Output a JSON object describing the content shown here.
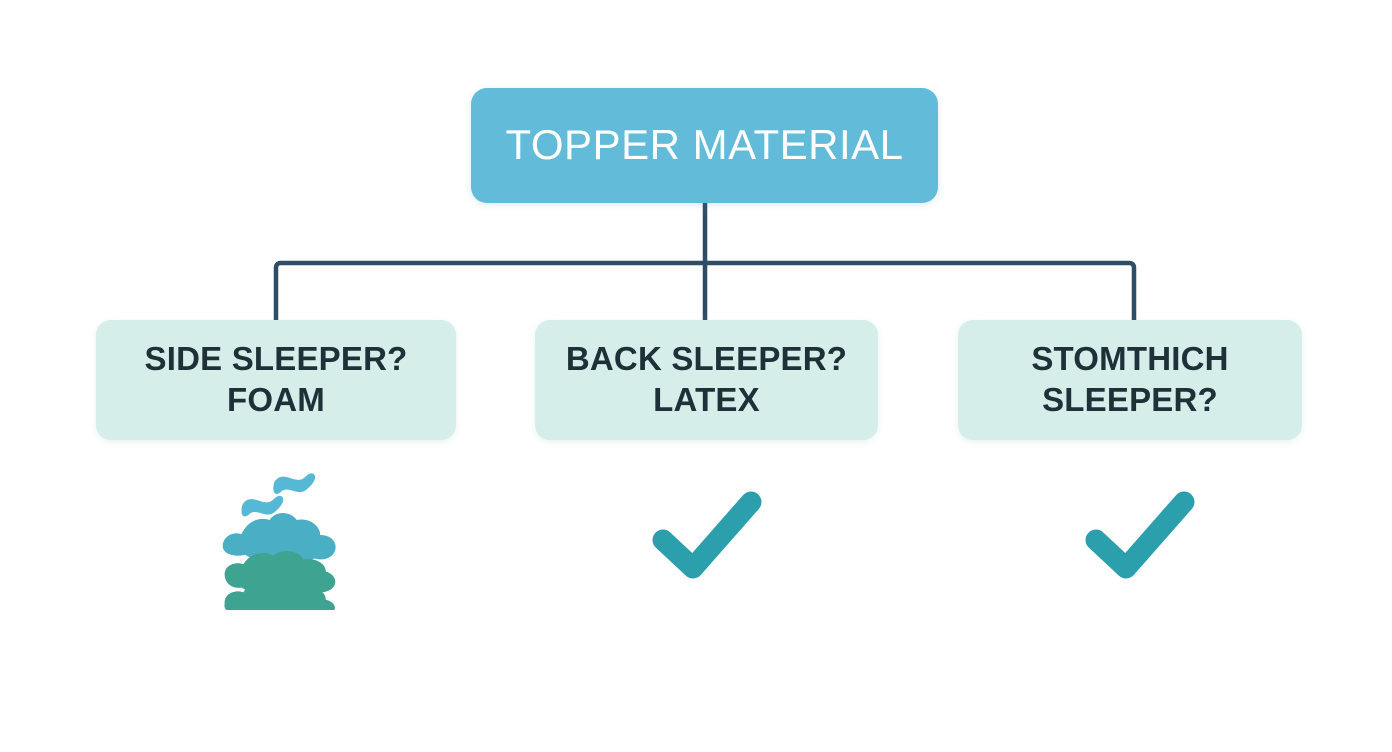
{
  "diagram": {
    "type": "flowchart",
    "background_color": "#ffffff",
    "connector_color": "#2d4e66",
    "root": {
      "label": "TOPPER MATERIAL",
      "fill_color": "#62bcd9",
      "text_color": "#ffffff"
    },
    "children": [
      {
        "line1": "SIDE SLEEPER?",
        "line2": "FOAM",
        "fill_color": "#d5eeea",
        "text_color": "#1e3038",
        "icon": "foam-layers-icon",
        "icon_colors": {
          "wave": "#55b8d4",
          "layer_top": "#4aaec4",
          "layer_middle": "#3ea391",
          "layer_bottom": "#3ea391"
        }
      },
      {
        "line1": "BACK SLEEPER?",
        "line2": "LATEX",
        "fill_color": "#d5eeea",
        "text_color": "#1e3038",
        "icon": "checkmark-icon",
        "icon_colors": {
          "check": "#2c9fad"
        }
      },
      {
        "line1": "STOMTHICH",
        "line2": "SLEEPER?",
        "fill_color": "#d5eeea",
        "text_color": "#1e3038",
        "icon": "checkmark-icon",
        "icon_colors": {
          "check": "#2c9fad"
        }
      }
    ]
  }
}
